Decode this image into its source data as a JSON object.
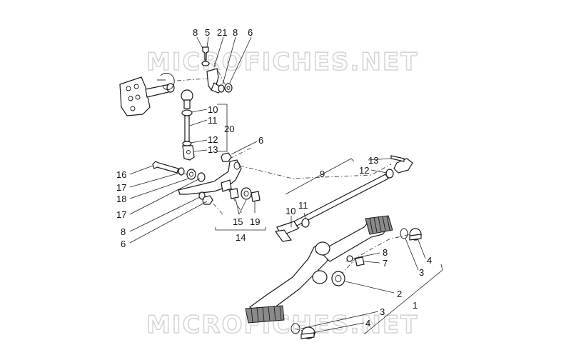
{
  "watermark": {
    "top_text": "MICROFICHES.NET",
    "bottom_text": "MICROFICHES.NET"
  },
  "callouts": [
    {
      "id": "c-8a",
      "text": "8"
    },
    {
      "id": "c-5",
      "text": "5"
    },
    {
      "id": "c-21",
      "text": "21"
    },
    {
      "id": "c-8b",
      "text": "8"
    },
    {
      "id": "c-6a",
      "text": "6"
    },
    {
      "id": "c-10a",
      "text": "10"
    },
    {
      "id": "c-11a",
      "text": "11"
    },
    {
      "id": "c-20",
      "text": "20"
    },
    {
      "id": "c-12a",
      "text": "12"
    },
    {
      "id": "c-13a",
      "text": "13"
    },
    {
      "id": "c-6b",
      "text": "6"
    },
    {
      "id": "c-16",
      "text": "16"
    },
    {
      "id": "c-17a",
      "text": "17"
    },
    {
      "id": "c-18",
      "text": "18"
    },
    {
      "id": "c-17b",
      "text": "17"
    },
    {
      "id": "c-8c",
      "text": "8"
    },
    {
      "id": "c-6c",
      "text": "6"
    },
    {
      "id": "c-15",
      "text": "15"
    },
    {
      "id": "c-19",
      "text": "19"
    },
    {
      "id": "c-14",
      "text": "14"
    },
    {
      "id": "c-9",
      "text": "9"
    },
    {
      "id": "c-13b",
      "text": "13"
    },
    {
      "id": "c-12b",
      "text": "12"
    },
    {
      "id": "c-10b",
      "text": "10"
    },
    {
      "id": "c-11b",
      "text": "11"
    },
    {
      "id": "c-8d",
      "text": "8"
    },
    {
      "id": "c-7",
      "text": "7"
    },
    {
      "id": "c-4a",
      "text": "4"
    },
    {
      "id": "c-3a",
      "text": "3"
    },
    {
      "id": "c-2",
      "text": "2"
    },
    {
      "id": "c-1",
      "text": "1"
    },
    {
      "id": "c-3b",
      "text": "3"
    },
    {
      "id": "c-4b",
      "text": "4"
    }
  ]
}
